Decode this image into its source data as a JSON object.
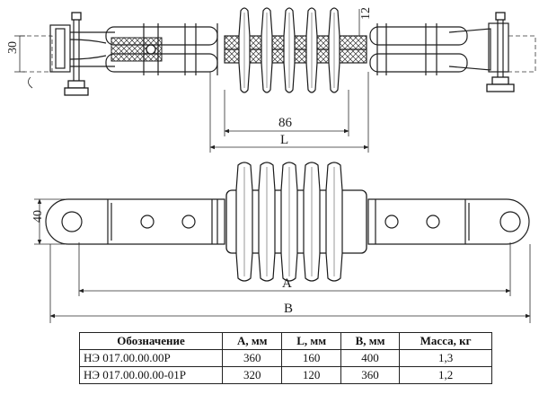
{
  "dimensions": {
    "d30": "30",
    "d12": "12",
    "d86": "86",
    "dL": "L",
    "d40": "40",
    "dA": "A",
    "dB": "B"
  },
  "table": {
    "headers": [
      "Обозначение",
      "А, мм",
      "L, мм",
      "В, мм",
      "Масса, кг"
    ],
    "rows": [
      [
        "НЭ 017.00.00.00Р",
        "360",
        "160",
        "400",
        "1,3"
      ],
      [
        "НЭ 017.00.00.00-01Р",
        "320",
        "120",
        "360",
        "1,2"
      ]
    ]
  }
}
